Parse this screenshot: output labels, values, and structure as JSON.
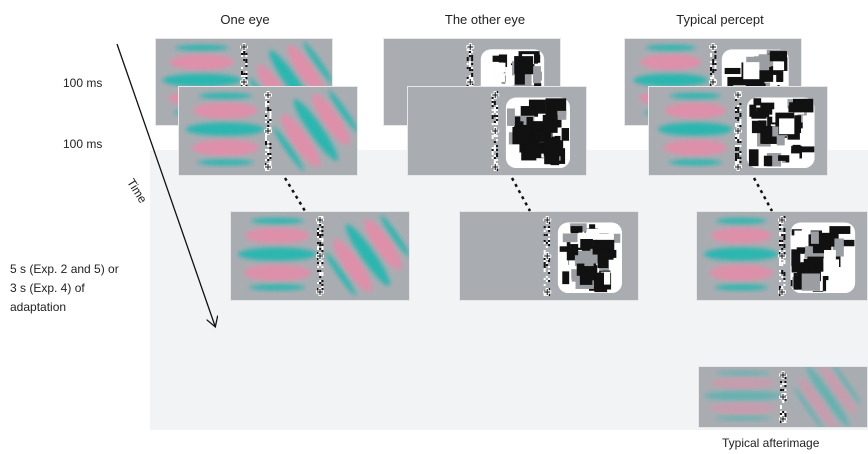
{
  "columns": {
    "one_eye": "One eye",
    "other_eye": "The other eye",
    "typical_percept": "Typical percept"
  },
  "timing": {
    "frame1": "100 ms",
    "frame2": "100 ms",
    "time_axis": "Time",
    "adaptation_line1": "5 s (Exp. 2 and 5) or",
    "adaptation_line2": "3 s (Exp. 4) of",
    "adaptation_line3": "adaptation"
  },
  "afterimage_label": "Typical afterimage",
  "colors": {
    "panel_bg": "#a9adb2",
    "pink": "#e88aa8",
    "cyan": "#19b8b0",
    "mask_black": "#111111",
    "mask_white": "#ffffff"
  },
  "icons": {
    "fixation": "plus-cross-icon",
    "noise_strip": "vertical-noise-strip"
  }
}
